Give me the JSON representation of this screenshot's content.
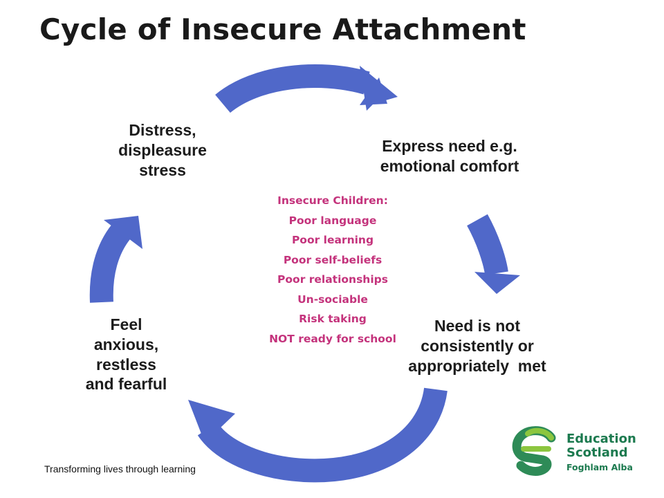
{
  "title": "Cycle of Insecure Attachment",
  "cycle": {
    "distress": [
      "Distress,",
      "displeasure",
      "stress"
    ],
    "express": [
      "Express need e.g.",
      "emotional comfort"
    ],
    "unmet": [
      "Need is not",
      "consistently or",
      "appropriately  met"
    ],
    "anxious": [
      "Feel",
      "anxious,",
      "restless",
      "and fearful"
    ]
  },
  "center": {
    "heading": "Insecure Children:",
    "items": [
      "Poor language",
      "Poor learning",
      "Poor self-beliefs",
      "Poor relationships",
      "Un-sociable",
      "Risk taking",
      "NOT ready for school"
    ]
  },
  "footer": "Transforming lives through learning",
  "logo": {
    "line1": "Education",
    "line2": "Scotland",
    "line3": "Foghlam Alba"
  },
  "colors": {
    "arrow": "#5068c9",
    "center_text": "#c4337c",
    "logo_green": "#1c7a4f"
  }
}
